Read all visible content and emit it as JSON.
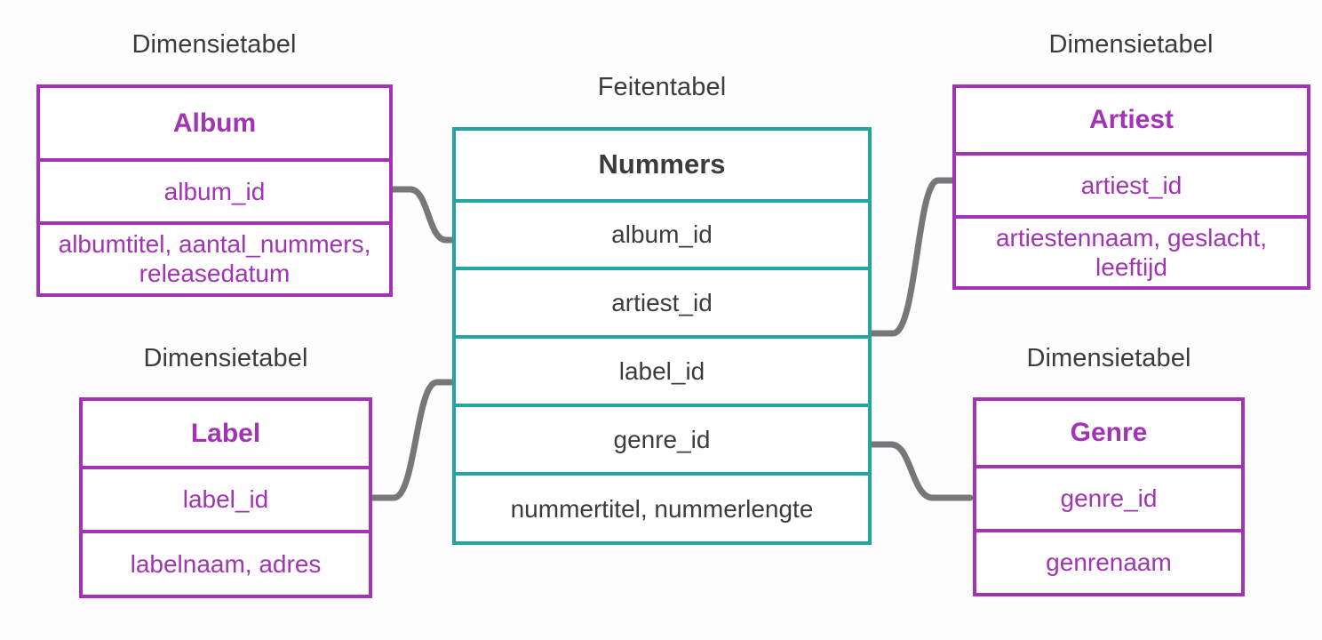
{
  "diagram": {
    "kind": "star-schema",
    "background_color": "#fdfdfd",
    "dimension_color": "#a333b5",
    "fact_color": "#21a6a2",
    "connector_color": "#77777a",
    "caption_color": "#3c3c3c"
  },
  "captions": {
    "album": "Dimensietabel",
    "fact": "Feitentabel",
    "artiest": "Dimensietabel",
    "label": "Dimensietabel",
    "genre": "Dimensietabel"
  },
  "fact_table": {
    "title": "Nummers",
    "rows": [
      "album_id",
      "artiest_id",
      "label_id",
      "genre_id",
      "nummertitel, nummerlengte"
    ]
  },
  "dimension_tables": {
    "album": {
      "title": "Album",
      "key": "album_id",
      "attributes": "albumtitel, aantal_nummers, releasedatum"
    },
    "artiest": {
      "title": "Artiest",
      "key": "artiest_id",
      "attributes": "artiestennaam, geslacht, leeftijd"
    },
    "label": {
      "title": "Label",
      "key": "label_id",
      "attributes": "labelnaam, adres"
    },
    "genre": {
      "title": "Genre",
      "key": "genre_id",
      "attributes": "genrenaam"
    }
  },
  "relationships": [
    {
      "from": "album",
      "from_field": "album_id",
      "to": "Nummers",
      "to_field": "album_id"
    },
    {
      "from": "artiest",
      "from_field": "artiest_id",
      "to": "Nummers",
      "to_field": "artiest_id"
    },
    {
      "from": "label",
      "from_field": "label_id",
      "to": "Nummers",
      "to_field": "label_id"
    },
    {
      "from": "genre",
      "from_field": "genre_id",
      "to": "Nummers",
      "to_field": "genre_id"
    }
  ]
}
